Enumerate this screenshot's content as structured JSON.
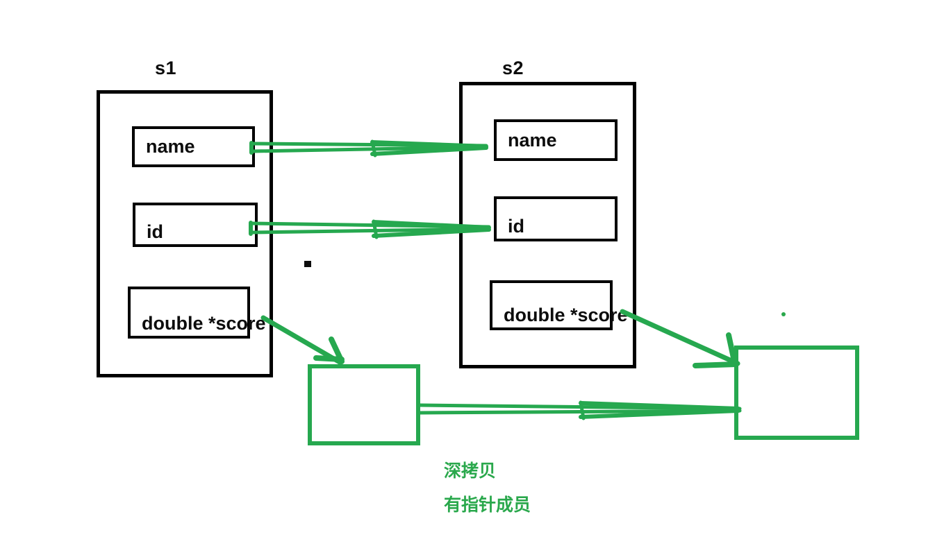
{
  "diagram": {
    "title_caption_color": "#2aa84c",
    "outline_color": "#000000",
    "heap_color": "#26a84f",
    "structs": [
      {
        "id": "s1",
        "label": "s1",
        "fields": [
          {
            "id": "s1-name",
            "label": "name"
          },
          {
            "id": "s1-id",
            "label": "id"
          },
          {
            "id": "s1-score",
            "label": "double *score"
          }
        ]
      },
      {
        "id": "s2",
        "label": "s2",
        "fields": [
          {
            "id": "s2-name",
            "label": "name"
          },
          {
            "id": "s2-id",
            "label": "id"
          },
          {
            "id": "s2-score",
            "label": "double *score"
          }
        ]
      }
    ],
    "heap_blocks": [
      {
        "id": "heap-left",
        "label": ""
      },
      {
        "id": "heap-right",
        "label": ""
      }
    ],
    "arrows": [
      {
        "id": "arrow-name-copy",
        "from": "s1-name",
        "to": "s2-name",
        "style": "double-line"
      },
      {
        "id": "arrow-id-copy",
        "from": "s1-id",
        "to": "s2-id",
        "style": "double-line"
      },
      {
        "id": "arrow-s1-score",
        "from": "s1-score",
        "to": "heap-left",
        "style": "single-line"
      },
      {
        "id": "arrow-s2-score",
        "from": "s2-score",
        "to": "heap-right",
        "style": "single-line"
      },
      {
        "id": "arrow-heap-copy",
        "from": "heap-left",
        "to": "heap-right",
        "style": "double-line"
      }
    ],
    "caption_lines": [
      "深拷贝",
      "有指针成员"
    ]
  }
}
